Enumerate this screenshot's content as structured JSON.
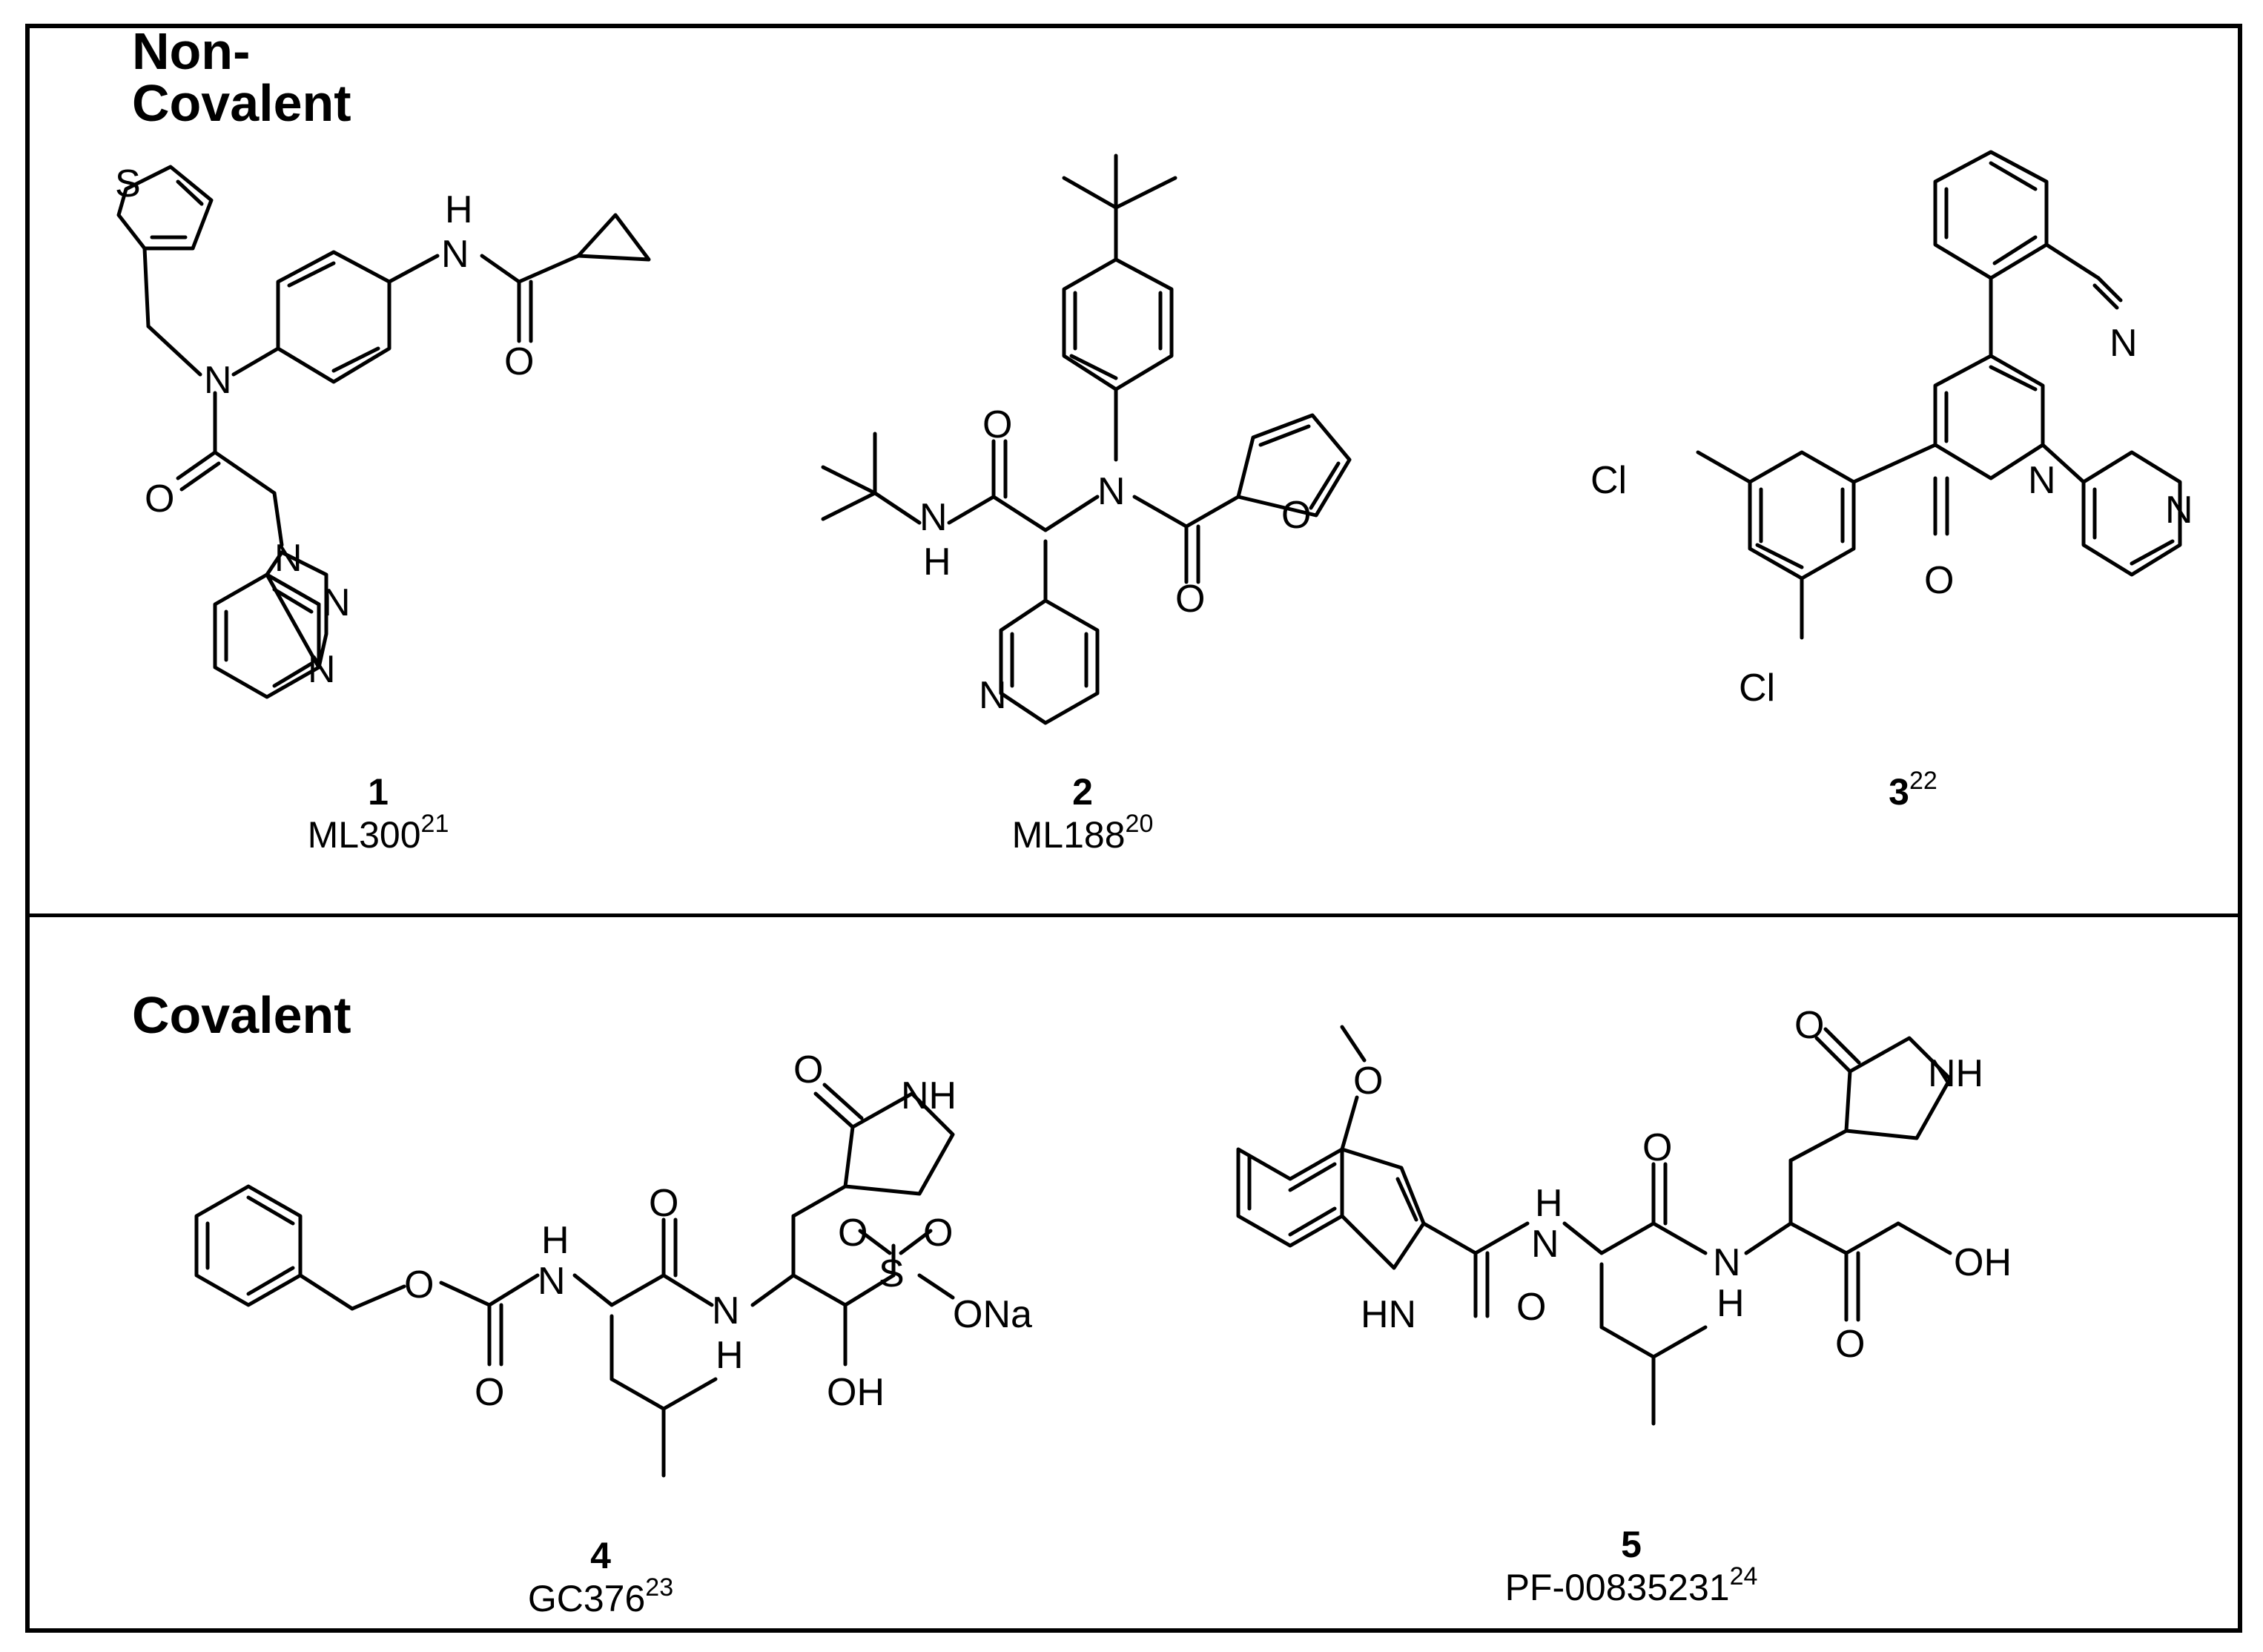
{
  "sections": {
    "noncovalent_title": "Non-Covalent",
    "covalent_title": "Covalent"
  },
  "compounds": [
    {
      "number": "1",
      "name": "ML300",
      "ref": "21"
    },
    {
      "number": "2",
      "name": "ML188",
      "ref": "20"
    },
    {
      "number": "3",
      "name": "",
      "ref": "22"
    },
    {
      "number": "4",
      "name": "GC376",
      "ref": "23"
    },
    {
      "number": "5",
      "name": "PF-00835231",
      "ref": "24"
    }
  ],
  "atom_labels": {
    "S": "S",
    "H": "H",
    "N": "N",
    "O": "O",
    "NH": "NH",
    "HN": "HN",
    "Cl": "Cl",
    "OH": "OH",
    "ONa": "ONa"
  }
}
